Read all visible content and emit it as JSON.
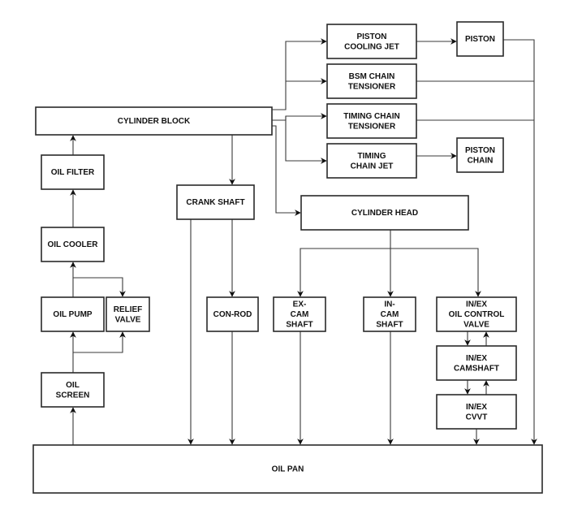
{
  "title": "Engine Lubrication System Flow",
  "nodes": {
    "cylinder_block": [
      "CYLINDER BLOCK"
    ],
    "piston_cooling_jet": [
      "PISTON",
      "COOLING JET"
    ],
    "bsm_chain_tensioner": [
      "BSM CHAIN",
      "TENSIONER"
    ],
    "timing_chain_tensioner": [
      "TIMING CHAIN",
      "TENSIONER"
    ],
    "timing_chain_jet": [
      "TIMING",
      "CHAIN JET"
    ],
    "piston": [
      "PISTON"
    ],
    "piston_chain": [
      "PISTON",
      "CHAIN"
    ],
    "oil_filter": [
      "OIL FILTER"
    ],
    "crank_shaft": [
      "CRANK SHAFT"
    ],
    "cylinder_head": [
      "CYLINDER HEAD"
    ],
    "oil_cooler": [
      "OIL COOLER"
    ],
    "oil_pump": [
      "OIL PUMP"
    ],
    "relief_valve": [
      "RELIEF",
      "VALVE"
    ],
    "con_rod": [
      "CON-ROD"
    ],
    "ex_cam_shaft": [
      "EX-",
      "CAM",
      "SHAFT"
    ],
    "in_cam_shaft": [
      "IN-",
      "CAM",
      "SHAFT"
    ],
    "oil_control_valve": [
      "IN/EX",
      "OIL CONTROL",
      "VALVE"
    ],
    "inex_camshaft": [
      "IN/EX",
      "CAMSHAFT"
    ],
    "cvvt": [
      "IN/EX",
      "CVVT"
    ],
    "oil_screen": [
      "OIL",
      "SCREEN"
    ],
    "oil_pan": [
      "OIL PAN"
    ]
  },
  "edges": [
    {
      "from": "oil_pan",
      "to": "oil_screen"
    },
    {
      "from": "oil_screen",
      "to": "oil_pump"
    },
    {
      "from": "oil_screen",
      "to": "relief_valve"
    },
    {
      "from": "oil_pump",
      "to": "oil_cooler"
    },
    {
      "from": "oil_pump",
      "to": "relief_valve"
    },
    {
      "from": "oil_cooler",
      "to": "oil_filter"
    },
    {
      "from": "oil_filter",
      "to": "cylinder_block"
    },
    {
      "from": "cylinder_block",
      "to": "crank_shaft"
    },
    {
      "from": "cylinder_block",
      "to": "piston_cooling_jet"
    },
    {
      "from": "cylinder_block",
      "to": "bsm_chain_tensioner"
    },
    {
      "from": "cylinder_block",
      "to": "timing_chain_tensioner"
    },
    {
      "from": "cylinder_block",
      "to": "timing_chain_jet"
    },
    {
      "from": "cylinder_block",
      "to": "cylinder_head"
    },
    {
      "from": "piston_cooling_jet",
      "to": "piston"
    },
    {
      "from": "timing_chain_jet",
      "to": "piston_chain"
    },
    {
      "from": "piston",
      "to": "oil_pan"
    },
    {
      "from": "bsm_chain_tensioner",
      "to": "oil_pan"
    },
    {
      "from": "timing_chain_tensioner",
      "to": "oil_pan"
    },
    {
      "from": "crank_shaft",
      "to": "oil_pan"
    },
    {
      "from": "crank_shaft",
      "to": "con_rod"
    },
    {
      "from": "con_rod",
      "to": "oil_pan"
    },
    {
      "from": "cylinder_head",
      "to": "ex_cam_shaft"
    },
    {
      "from": "cylinder_head",
      "to": "in_cam_shaft"
    },
    {
      "from": "cylinder_head",
      "to": "oil_control_valve"
    },
    {
      "from": "ex_cam_shaft",
      "to": "oil_pan"
    },
    {
      "from": "in_cam_shaft",
      "to": "oil_pan"
    },
    {
      "from": "oil_control_valve",
      "to": "inex_camshaft"
    },
    {
      "from": "inex_camshaft",
      "to": "oil_control_valve"
    },
    {
      "from": "inex_camshaft",
      "to": "cvvt"
    },
    {
      "from": "cvvt",
      "to": "inex_camshaft"
    },
    {
      "from": "cvvt",
      "to": "oil_pan"
    }
  ]
}
